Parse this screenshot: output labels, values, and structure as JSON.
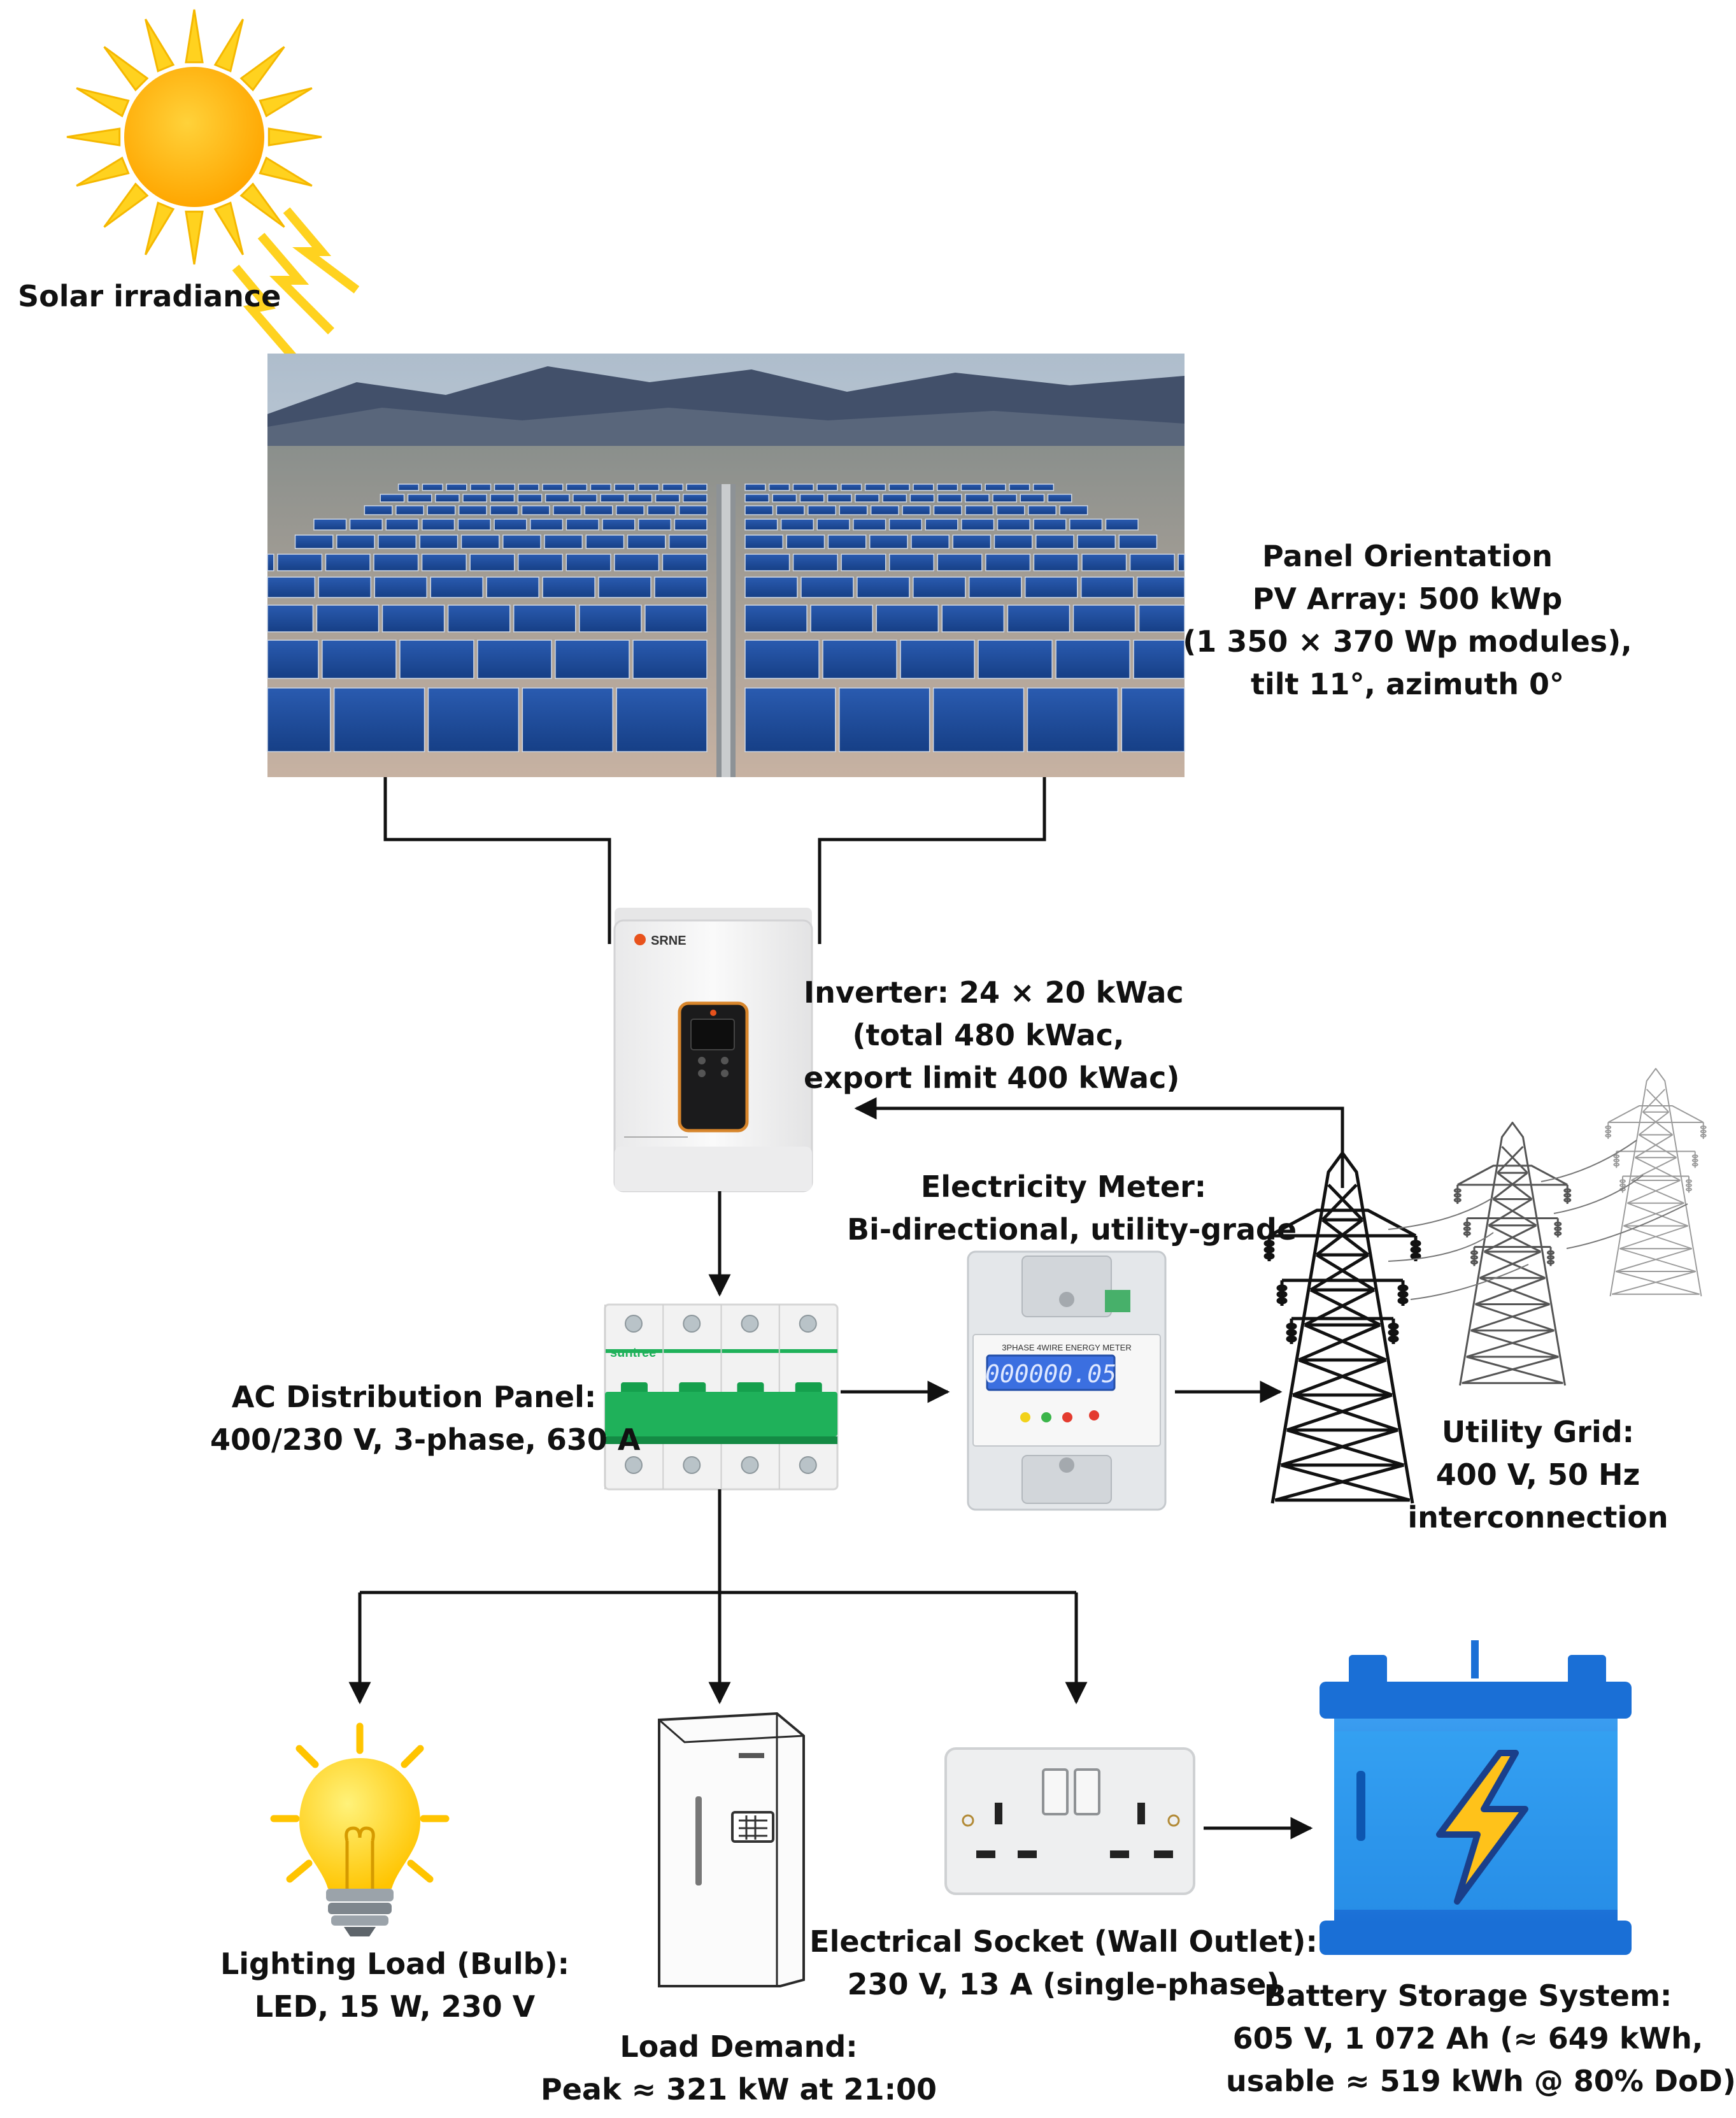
{
  "colors": {
    "sun_yellow": "#ffd21f",
    "sun_orange": "#ffb000",
    "panel_blue": "#1e4fa3",
    "battery_blue": "#1e73d8",
    "battery_bolt": "#ffc21a",
    "breaker_green": "#1fb15a",
    "meter_lcd": "#3b6fe0",
    "wire": "#111111"
  },
  "labels": {
    "sun": "Solar irradiance",
    "pv": {
      "heading": "Panel Orientation",
      "lines": [
        "PV Array: 500 kWp",
        "(1 350 × 370 Wp modules),",
        "tilt 11°, azimuth 0°"
      ]
    },
    "inverter": {
      "lines": [
        "Inverter: 24 × 20 kWac",
        "(total 480 kWac,",
        "export limit 400 kWac)"
      ],
      "brand": "SRNE"
    },
    "meter": {
      "lines": [
        "Electricity Meter:",
        "Bi-directional, utility-grade"
      ],
      "display": "000000.05",
      "face_text": "3PHASE 4WIRE ENERGY METER"
    },
    "panel": {
      "lines": [
        "AC Distribution Panel:",
        "400/230 V, 3-phase, 630 A"
      ],
      "brand": "suntree"
    },
    "grid": {
      "lines": [
        "Utility Grid:",
        "400 V, 50 Hz",
        "interconnection"
      ]
    },
    "lighting": {
      "lines": [
        "Lighting Load (Bulb):",
        "LED, 15 W, 230 V"
      ]
    },
    "load": {
      "lines": [
        "Load Demand:",
        "Peak ≈ 321 kW at 21:00"
      ]
    },
    "socket": {
      "lines": [
        "Electrical Socket (Wall Outlet):",
        "230 V, 13 A (single-phase)"
      ]
    },
    "battery": {
      "lines": [
        "Battery Storage System:",
        "605 V, 1 072 Ah (≈ 649 kWh,",
        "usable ≈ 519 kWh @ 80% DoD)"
      ]
    }
  }
}
